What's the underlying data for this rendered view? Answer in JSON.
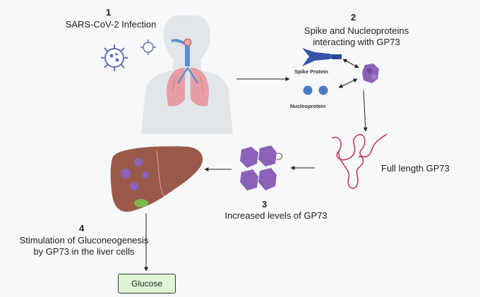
{
  "steps": {
    "step1": {
      "number": "1",
      "label": "SARS-CoV-2 Infection"
    },
    "step2": {
      "number": "2",
      "line1": "Spike and Nucleoproteins",
      "line2": "interacting with GP73"
    },
    "step3": {
      "number": "3",
      "label": "Increased levels of GP73"
    },
    "step4": {
      "number": "4",
      "line1": "Stimulation of Gluconeogenesis",
      "line2": "by GP73 in the liver cells"
    }
  },
  "labels": {
    "spike_protein": "Spike Protein",
    "nucleoprotein": "Nucleoprotein",
    "full_length": "Full length GP73",
    "glucose": "Glucose"
  },
  "icons": [
    "virus-icon",
    "human-torso-icon",
    "lungs-icon",
    "spike-protein-icon",
    "nucleoprotein-icon",
    "gp73-protein-icon",
    "gp73-chain-icon",
    "gp73-cluster-icon",
    "liver-icon"
  ],
  "colors": {
    "protein_purple": "#8a63b8",
    "nucleo_blue": "#4a78c2",
    "chain_red": "#c23b5a",
    "liver_brown": "#9a5a4a",
    "glucose_green": "#dff5d5"
  }
}
